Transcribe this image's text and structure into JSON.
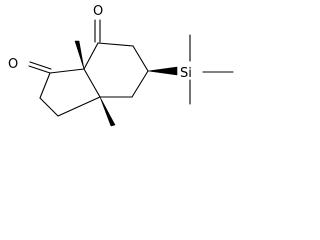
{
  "molecule": {
    "atoms": {
      "oxygen_ketone_top": "O",
      "oxygen_ketone_left": "O",
      "silicon": "Si"
    }
  },
  "colors": {
    "bond": "#000000",
    "background": "#ffffff"
  }
}
